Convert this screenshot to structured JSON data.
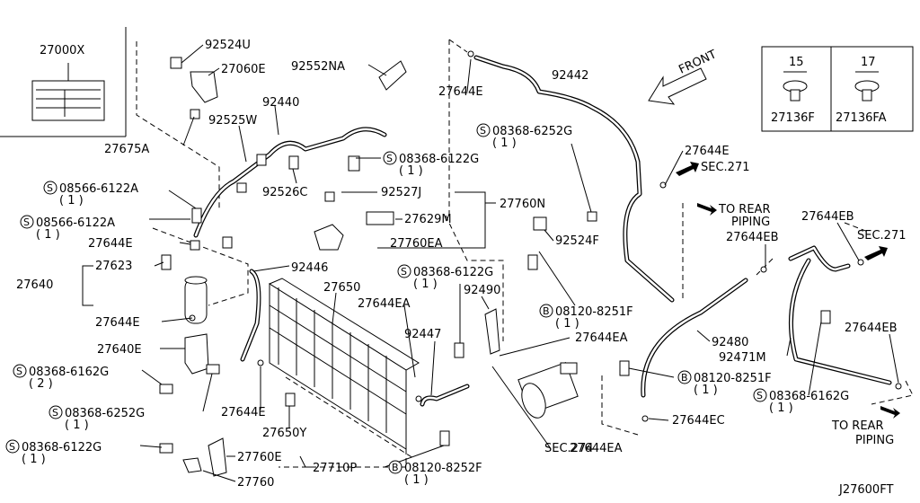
{
  "drawing_id": "J27600FT",
  "inset_box": {
    "part": "27000X"
  },
  "clip_inset": {
    "left": {
      "size": "15",
      "part": "27136F"
    },
    "right": {
      "size": "17",
      "part": "27136FA"
    }
  },
  "front_label": "FRONT",
  "directions": {
    "sec271_top": "SEC.271",
    "sec271_right": "SEC.271",
    "rear_piping_top_1": "TO REAR",
    "rear_piping_top_2": "PIPING",
    "rear_piping_bot_1": "TO REAR",
    "rear_piping_bot_2": "PIPING",
    "sec274": "SEC.274"
  },
  "labels": {
    "p92524U": "92524U",
    "p27060E": "27060E",
    "p92552NA": "92552NA",
    "p92440": "92440",
    "p92525W": "92525W",
    "p27675A": "27675A",
    "p27644E_top": "27644E",
    "p92442": "92442",
    "s08368_6252G_top": "08368-6252G",
    "s08368_6252G_top_q": "( 1 )",
    "p27644E_sec": "27644E",
    "s08368_6122G_mid": "08368-6122G",
    "s08368_6122G_mid_q": "( 1 )",
    "p92526C": "92526C",
    "p92527J": "92527J",
    "p27760N": "27760N",
    "p27629M": "27629M",
    "p27760EA": "27760EA",
    "s08566_6122A_1": "08566-6122A",
    "s08566_6122A_1_q": "( 1 )",
    "s08566_6122A_2": "08566-6122A",
    "s08566_6122A_2_q": "( 1 )",
    "p27644E_left": "27644E",
    "p27623": "27623",
    "p27640": "27640",
    "p92446": "92446",
    "p27650": "27650",
    "p27644E_left2": "27644E",
    "p27644EA_1": "27644EA",
    "p27640E": "27640E",
    "s08368_6162G_left": "08368-6162G",
    "s08368_6162G_left_q": "( 2 )",
    "s08368_6252G_low": "08368-6252G",
    "s08368_6252G_low_q": "( 1 )",
    "p27644E_low": "27644E",
    "p27650Y": "27650Y",
    "s08368_6122G_bot": "08368-6122G",
    "s08368_6122G_bot_q": "( 1 )",
    "p27760E": "27760E",
    "p27710P": "27710P",
    "p27760": "27760",
    "b08120_8252F": "08120-8252F",
    "b08120_8252F_q": "( 1 )",
    "p92524F": "92524F",
    "s08368_6122G_c": "08368-6122G",
    "s08368_6122G_c_q": "( 1 )",
    "p92490": "92490",
    "b08120_8251F_1": "08120-8251F",
    "b08120_8251F_1_q": "( 1 )",
    "p92447": "92447",
    "p27644EA_2": "27644EA",
    "p92480": "92480",
    "p92471M": "92471M",
    "b08120_8251F_2": "08120-8251F",
    "b08120_8251F_2_q": "( 1 )",
    "p27644EA_3": "27644EA",
    "p27644EC": "27644EC",
    "p27644EB_1": "27644EB",
    "p27644EB_2": "27644EB",
    "p27644EB_3": "27644EB",
    "s08368_6162G_right": "08368-6162G",
    "s08368_6162G_right_q": "( 1 )",
    "mark_S": "S",
    "mark_B": "B"
  }
}
